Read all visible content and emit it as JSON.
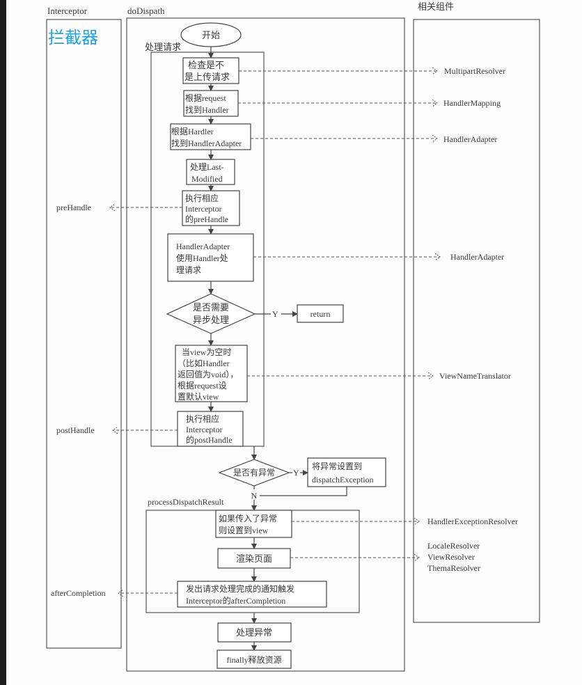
{
  "lanes": {
    "interceptor": {
      "header": "Interceptor",
      "overlay_label": "拦截器",
      "overlay_color": "#1aa3e8"
    },
    "dodispatch": {
      "header": "doDispath"
    },
    "components": {
      "header": "相关组件"
    }
  },
  "groups": {
    "handle_request": "处理请求",
    "process_dispatch_result": "processDispatchResult"
  },
  "flow": {
    "start": "开始",
    "check_multipart": [
      "检查是不",
      "是上传请求"
    ],
    "get_handler": [
      "根据request",
      "找到Handler"
    ],
    "get_handler_adapter": [
      "根据Hardler",
      "找到HandlerAdapter"
    ],
    "last_modified": [
      "处理Last-",
      "Modified"
    ],
    "apply_prehandle": [
      "执行相应",
      "Interceptor",
      "的preHandle"
    ],
    "handle": [
      "HandlerAdapter",
      "使用Handler处",
      "理请求"
    ],
    "async_decision": [
      "是否需要",
      "异步处理"
    ],
    "async_yes": "Y",
    "return": "return",
    "default_view": [
      "当view为空时",
      "（比如Handler",
      "返回值为void），",
      "根据request设",
      "置默认view"
    ],
    "apply_posthandle": [
      "执行相应",
      "Interceptor",
      "的postHandle"
    ],
    "exception_decision": "是否有异常",
    "exception_yes": "Y",
    "exception_no": "N",
    "set_dispatch_exception": [
      "将异常设置到",
      "dispatchException"
    ],
    "set_exception_view": [
      "如果传入了异常",
      "则设置到view"
    ],
    "render": "渲染页面",
    "trigger_after_completion": [
      "发出请求处理完成的通知触发",
      "Interceptor的afterCompletion"
    ],
    "handle_exception": "处理异常",
    "finally_release": "finally释放资源"
  },
  "interceptor_calls": {
    "pre_handle": "preHandle",
    "post_handle": "postHandle",
    "after_completion": "afterCompletion"
  },
  "components": {
    "multipart_resolver": "MultipartResolver",
    "handler_mapping": "HandlerMapping",
    "handler_adapter_1": "HandlerAdapter",
    "handler_adapter_2": "HandlerAdapter",
    "view_name_translator": "ViewNameTranslator",
    "handler_exception_resolver": "HandlerExceptionResolver",
    "locale_resolver": "LocaleResolver",
    "view_resolver": "ViewResolver",
    "thema_resolver": "ThemaResolver"
  }
}
